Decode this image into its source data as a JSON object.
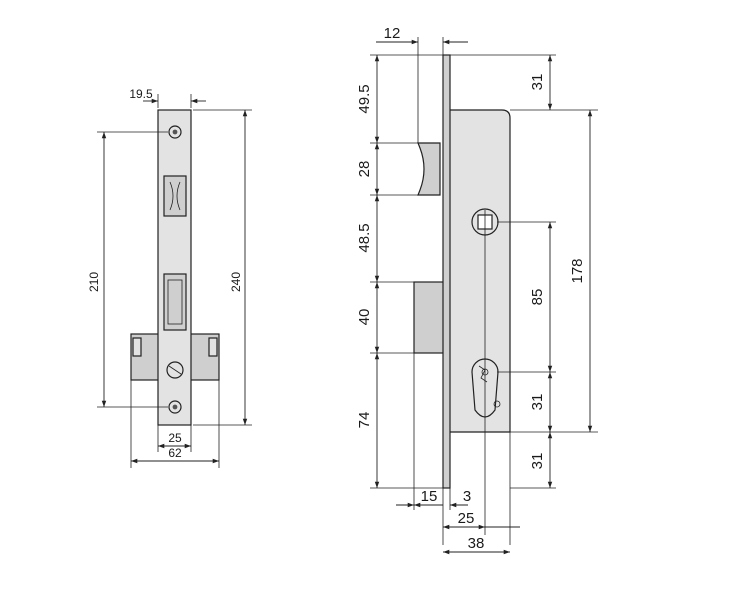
{
  "left_view": {
    "dims": {
      "top_width": "19.5",
      "screw_spacing": "210",
      "overall_height": "240",
      "body_width": "25",
      "total_width": "62"
    }
  },
  "right_view": {
    "dims": {
      "faceplate_thickness": "12",
      "top_to_case": "31",
      "top_to_latch": "49.5",
      "latch_height": "28",
      "latch_to_bolt": "48.5",
      "bolt_height": "40",
      "bolt_to_bottom": "74",
      "spindle_to_cylinder": "85",
      "case_height": "178",
      "cylinder_to_case_bottom": "31",
      "case_bottom_to_end": "31",
      "bolt_projection": "15",
      "plate_thickness": "3",
      "backset": "25",
      "case_depth": "38"
    }
  }
}
